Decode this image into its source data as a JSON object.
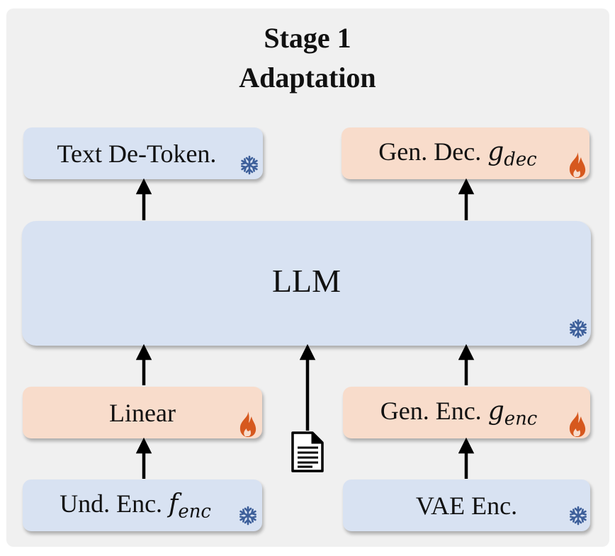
{
  "title": {
    "line1": "Stage 1",
    "line2": "Adaptation"
  },
  "boxes": {
    "text_detoken": {
      "label": "Text De-Token.",
      "status": "frozen"
    },
    "gen_dec": {
      "label": "Gen. Dec. ",
      "math_base": "g",
      "math_sub": "dec",
      "status": "trainable"
    },
    "llm": {
      "label": "LLM",
      "status": "frozen"
    },
    "linear": {
      "label": "Linear",
      "status": "trainable"
    },
    "gen_enc": {
      "label": "Gen. Enc. ",
      "math_base": "g",
      "math_sub": "enc",
      "status": "trainable"
    },
    "und_enc": {
      "label": "Und. Enc. ",
      "math_base": "f",
      "math_sub": "enc",
      "status": "frozen"
    },
    "vae_enc": {
      "label": "VAE Enc.",
      "status": "frozen"
    }
  },
  "icons": {
    "frozen": "snowflake-icon",
    "trainable": "flame-icon",
    "text_input": "document-icon"
  },
  "colors": {
    "frozen_box": "#d8e2f2",
    "trainable_box": "#f8dccb",
    "snowflake": "#3d5f9a",
    "flame": "#d6581e",
    "arrow": "#000000",
    "background": "#f0f0f0"
  }
}
